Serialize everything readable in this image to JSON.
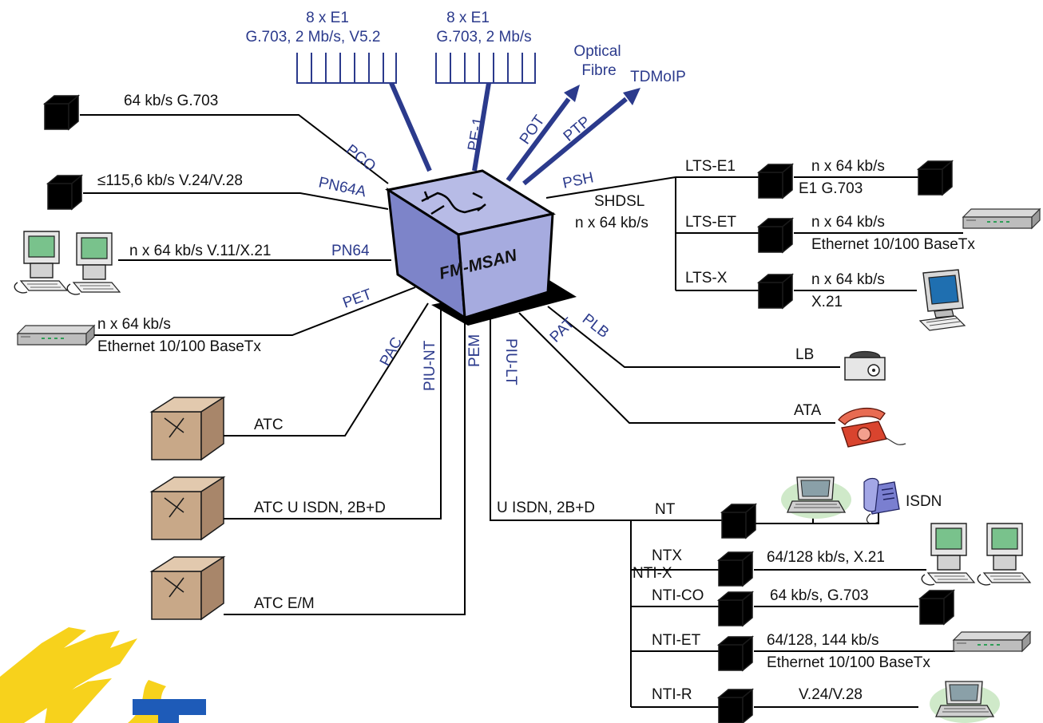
{
  "central_node": "FM-MSAN",
  "top": {
    "e1_group_1": {
      "line1": "8 x E1",
      "line2": "G.703, 2 Mb/s, V5.2"
    },
    "e1_group_2": {
      "line1": "8 x E1",
      "line2": "G.703, 2 Mb/s"
    },
    "optical_1": "Optical",
    "optical_2": "Fibre",
    "tdmoip": "TDMoIP"
  },
  "ports": {
    "pco": "PCO",
    "pn64a": "PN64A",
    "pn64": "PN64",
    "pet": "PET",
    "pac": "PAC",
    "piu_nt": "PIU-NT",
    "pem": "PEM",
    "piu_lt": "PIU-LT",
    "pat": "PAT",
    "plb": "PLB",
    "psh": "PSH",
    "ptp": "PTP",
    "pot": "POT",
    "pe1": "PE-1"
  },
  "left": {
    "pco_label": "64 kb/s   G.703",
    "pn64a_label": "≤115,6 kb/s   V.24/V.28",
    "pn64_label": "n x 64 kb/s   V.11/X.21",
    "pet_label1": "n x 64 kb/s",
    "pet_label2": "Ethernet 10/100 BaseTx",
    "atc1": "ATC",
    "atc2": "ATC   U  ISDN,  2B+D",
    "atc3": "ATC   E/M"
  },
  "shdsl": {
    "label1": "SHDSL",
    "label2": "n x 64 kb/s",
    "lts_e1": "LTS-E1",
    "lts_e1_r1": "n x 64 kb/s",
    "lts_e1_r2": "E1 G.703",
    "lts_et": "LTS-ET",
    "lts_et_r1": "n x 64 kb/s",
    "lts_et_r2": "Ethernet 10/100 BaseTx",
    "lts_x": "LTS-X",
    "lts_x_r1": "n x 64 kb/s",
    "lts_x_r2": "X.21"
  },
  "right": {
    "lb": "LB",
    "ata": "ATA"
  },
  "isdn": {
    "bus_label": "U   ISDN,  2B+D",
    "nt": "NT",
    "isdn": "ISDN",
    "ntx": "NTX",
    "nti_x": "NTI-X",
    "ntx_label": "64/128 kb/s, X.21",
    "nti_co": "NTI-CO",
    "nti_co_label": "64 kb/s, G.703",
    "nti_et": "NTI-ET",
    "nti_et_label1": "64/128, 144 kb/s",
    "nti_et_label2": "Ethernet 10/100 BaseTx",
    "nti_r": "NTI-R",
    "nti_r_label": "V.24/V.28"
  },
  "colors": {
    "accent_blue": "#2b3a8c",
    "logo_yellow": "#f7d21c",
    "logo_blue": "#1e5bb8"
  }
}
